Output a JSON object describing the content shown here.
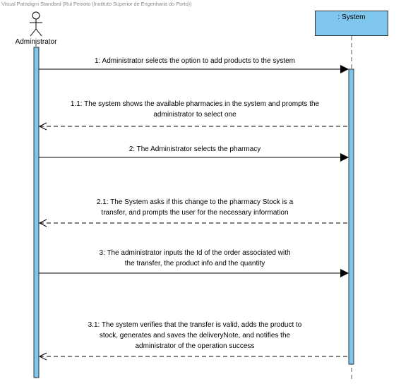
{
  "watermark": "Visual Paradigm Standard (Rui Peixoto (Instituto Superior de Engenharia do Porto))",
  "actor": {
    "name": "Administrator"
  },
  "lifeline": {
    "name": ": System"
  },
  "colors": {
    "lifeline_fill": "#7fc6ee",
    "activation_fill": "#7fc6ee",
    "line": "#000000",
    "dash": "#555555"
  },
  "messages": [
    {
      "number": "1",
      "lines": [
        "1: Administrator selects the option to add products to the system"
      ],
      "kind": "call"
    },
    {
      "number": "1.1",
      "lines": [
        "1.1: The system shows the available pharmacies in the system and prompts the",
        "administrator to select one"
      ],
      "kind": "return"
    },
    {
      "number": "2",
      "lines": [
        "2: The Administrator selects the pharmacy"
      ],
      "kind": "call"
    },
    {
      "number": "2.1",
      "lines": [
        "2.1: The System asks if this change to the pharmacy Stock is a",
        "transfer, and prompts the user for the necessary information"
      ],
      "kind": "return"
    },
    {
      "number": "3",
      "lines": [
        "3: The administrator inputs the Id of the order associated with",
        "the transfer, the product info and the quantity"
      ],
      "kind": "call"
    },
    {
      "number": "3.1",
      "lines": [
        "3.1: The system verifies that the transfer is valid, adds the product to",
        "stock, generates and saves the deliveryNote, and notifies the",
        "administrator of the operation success"
      ],
      "kind": "return"
    }
  ]
}
